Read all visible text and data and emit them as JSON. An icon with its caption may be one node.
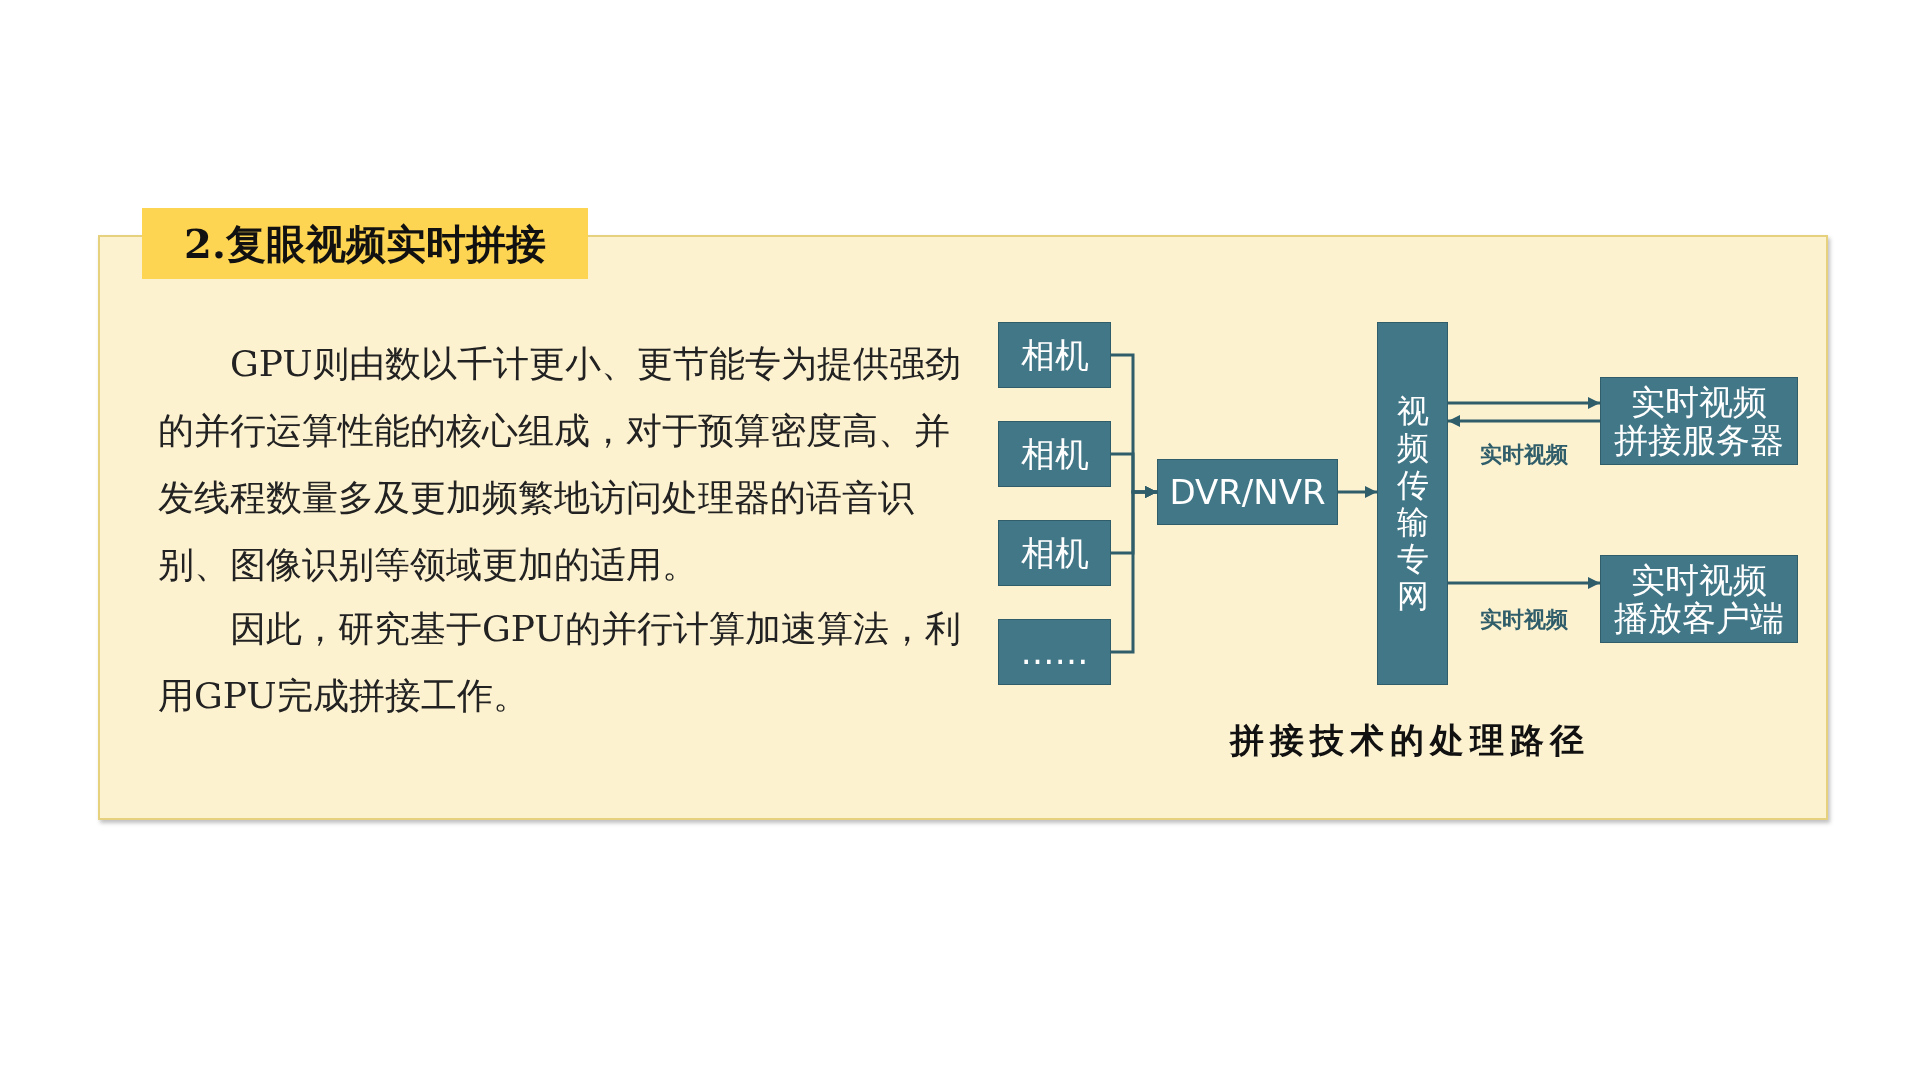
{
  "diagram": {
    "title": "2.复眼视频实时拼接",
    "caption": "拼接技术的处理路径",
    "nodes": [
      {
        "text": [
          "相机"
        ]
      },
      {
        "text": [
          "相机"
        ]
      },
      {
        "text": [
          "相机"
        ]
      },
      {
        "text": [
          "……"
        ]
      },
      {
        "text": [
          "DVR/NVR"
        ]
      },
      {
        "text": [
          "视频传输专网"
        ]
      },
      {
        "text": [
          "实时视频拼接服务器"
        ]
      },
      {
        "text": [
          "实时视频播放客户端"
        ]
      }
    ],
    "edges": [
      {
        "from": 0,
        "to": 4,
        "arrow": "to"
      },
      {
        "from": 1,
        "to": 4,
        "arrow": "to"
      },
      {
        "from": 2,
        "to": 4,
        "arrow": "to"
      },
      {
        "from": 3,
        "to": 4,
        "arrow": "to"
      },
      {
        "from": 4,
        "to": 5,
        "arrow": "to"
      },
      {
        "from": 5,
        "to": 6,
        "arrow": "to"
      },
      {
        "from": 6,
        "to": 5,
        "arrow": "to",
        "label": "实时视频"
      },
      {
        "from": 5,
        "to": 7,
        "arrow": "to",
        "label": "实时视频"
      }
    ],
    "labels": [
      "GPU则由数以千计更小、更节能专为提供强劲的并行运算性能的核心组成，对于预算密度高、并发线程数量多及更加频繁地访问处理器的语音识别、图像识别等领域更加的适用。",
      "因此，研究基于GPU的并行计算加速算法，利用GPU完成拼接工作。"
    ]
  }
}
